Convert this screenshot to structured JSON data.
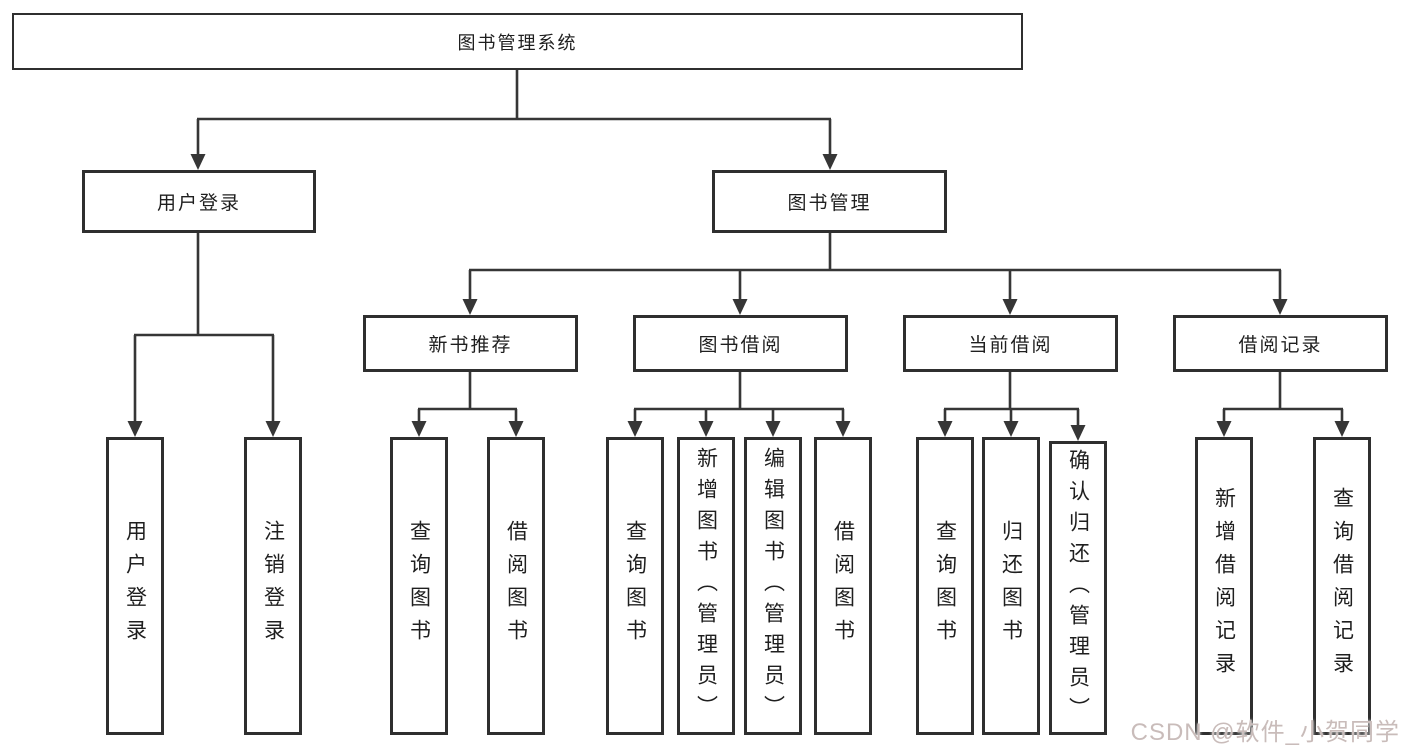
{
  "diagram_type": "hierarchy-tree",
  "tree": {
    "root": {
      "label": "图书管理系统"
    },
    "branches": [
      {
        "label": "用户登录",
        "children": [
          {
            "label": "用户登录"
          },
          {
            "label": "注销登录"
          }
        ]
      },
      {
        "label": "图书管理",
        "children": [
          {
            "label": "新书推荐",
            "children": [
              {
                "label": "查询图书"
              },
              {
                "label": "借阅图书"
              }
            ]
          },
          {
            "label": "图书借阅",
            "children": [
              {
                "label": "查询图书"
              },
              {
                "label": "新增图书（管理员）"
              },
              {
                "label": "编辑图书（管理员）"
              },
              {
                "label": "借阅图书"
              }
            ]
          },
          {
            "label": "当前借阅",
            "children": [
              {
                "label": "查询图书"
              },
              {
                "label": "归还图书"
              },
              {
                "label": "确认归还（管理员）"
              }
            ]
          },
          {
            "label": "借阅记录",
            "children": [
              {
                "label": "新增借阅记录"
              },
              {
                "label": "查询借阅记录"
              }
            ]
          }
        ]
      }
    ]
  },
  "watermark": {
    "text": "CSDN @软件_小贺同学",
    "color": "#c9bcba"
  },
  "colors": {
    "background": "#ffffff",
    "box_border": "#2f2f2f",
    "connector_line": "#363636",
    "text": "#1f1f1f"
  }
}
